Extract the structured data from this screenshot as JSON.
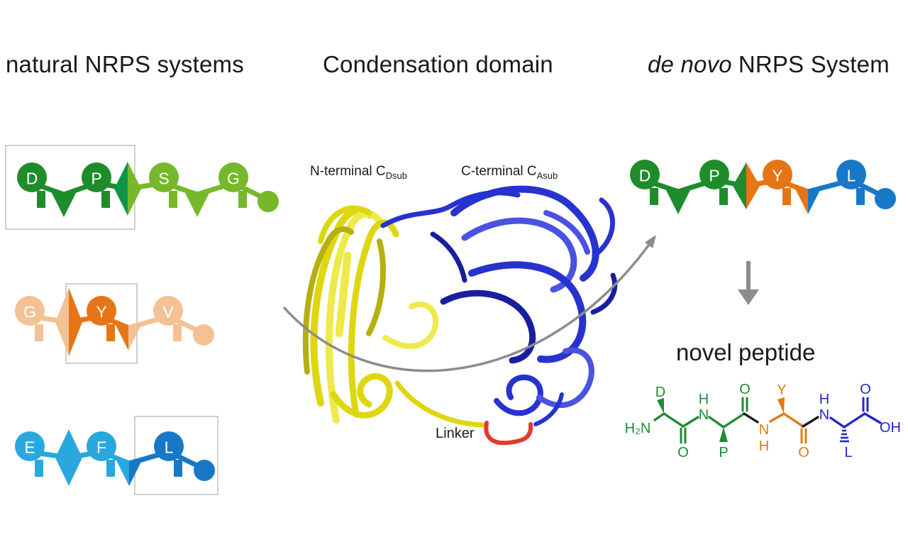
{
  "titles": {
    "left": "natural NRPS systems",
    "center": "Condensation domain",
    "right_italic": "de novo",
    "right_rest": "NRPS System"
  },
  "condensation": {
    "n_terminal_main": "N-terminal C",
    "n_terminal_sub": "Dsub",
    "c_terminal_main": "C-terminal C",
    "c_terminal_sub": "Asub",
    "linker": "Linker"
  },
  "colors": {
    "green_dark": "#1f8c2b",
    "green_teal": "#0e9549",
    "green_light": "#76b82a",
    "orange_pale": "#f4c195",
    "orange": "#e67515",
    "blue_light": "#29a8e0",
    "blue_dark": "#1878c8",
    "ribbon_yellow": "#ded70f",
    "ribbon_yellow_light": "#eeea49",
    "ribbon_yellow_dark": "#b5b010",
    "ribbon_blue": "#2832cf",
    "ribbon_blue_light": "#4a52e2",
    "ribbon_blue_dark": "#181f9e",
    "linker_red": "#e23a2b",
    "arrow_gray": "#8c8c8c",
    "box_gray": "#b5b5b5",
    "pep_green": "#1e8b33",
    "pep_orange": "#df7b10",
    "pep_blue": "#2424cc",
    "pep_black": "#1a1a1a"
  },
  "nrps_rows": [
    {
      "name": "natural-system-1",
      "sequence": [
        {
          "type": "circle",
          "letter": "D",
          "color": "green_dark"
        },
        {
          "type": "tri",
          "left": "green_dark",
          "right": "green_dark"
        },
        {
          "type": "circle",
          "letter": "P",
          "color": "green_dark"
        },
        {
          "type": "diamond",
          "left": "green_teal",
          "right": "green_light"
        },
        {
          "type": "circle",
          "letter": "S",
          "color": "green_light"
        },
        {
          "type": "tri",
          "left": "green_light",
          "right": "green_light"
        },
        {
          "type": "circle",
          "letter": "G",
          "color": "green_light"
        },
        {
          "type": "te",
          "color": "green_light"
        }
      ]
    },
    {
      "name": "natural-system-2",
      "sequence": [
        {
          "type": "circle",
          "letter": "G",
          "color": "orange_pale"
        },
        {
          "type": "diamond",
          "left": "orange_pale",
          "right": "orange"
        },
        {
          "type": "circle",
          "letter": "Y",
          "color": "orange"
        },
        {
          "type": "tri",
          "left": "orange",
          "right": "orange_pale"
        },
        {
          "type": "circle",
          "letter": "V",
          "color": "orange_pale"
        },
        {
          "type": "te",
          "color": "orange_pale"
        }
      ]
    },
    {
      "name": "natural-system-3",
      "sequence": [
        {
          "type": "circle",
          "letter": "E",
          "color": "blue_light"
        },
        {
          "type": "diamond",
          "left": "blue_light",
          "right": "blue_light"
        },
        {
          "type": "circle",
          "letter": "F",
          "color": "blue_light"
        },
        {
          "type": "tri",
          "left": "blue_light",
          "right": "blue_dark"
        },
        {
          "type": "circle",
          "letter": "L",
          "color": "blue_dark"
        },
        {
          "type": "te",
          "color": "blue_dark"
        }
      ]
    },
    {
      "name": "de-novo-system",
      "sequence": [
        {
          "type": "circle",
          "letter": "D",
          "color": "green_dark"
        },
        {
          "type": "tri",
          "left": "green_dark",
          "right": "green_dark"
        },
        {
          "type": "circle",
          "letter": "P",
          "color": "green_dark"
        },
        {
          "type": "diamond",
          "left": "green_dark",
          "right": "orange"
        },
        {
          "type": "circle",
          "letter": "Y",
          "color": "orange"
        },
        {
          "type": "tri",
          "left": "orange",
          "right": "blue_dark"
        },
        {
          "type": "circle",
          "letter": "L",
          "color": "blue_dark"
        },
        {
          "type": "te",
          "color": "blue_dark"
        }
      ]
    }
  ],
  "peptide": {
    "title": "novel peptide",
    "n_terminus": "H₂N",
    "c_terminus": "OH",
    "nitrogen": "N",
    "hydrogen": "H",
    "oxygen": "O",
    "residues": [
      {
        "label": "D",
        "color": "pep_green"
      },
      {
        "label": "P",
        "color": "pep_green"
      },
      {
        "label": "Y",
        "color": "pep_orange"
      },
      {
        "label": "L",
        "color": "pep_blue"
      }
    ]
  }
}
